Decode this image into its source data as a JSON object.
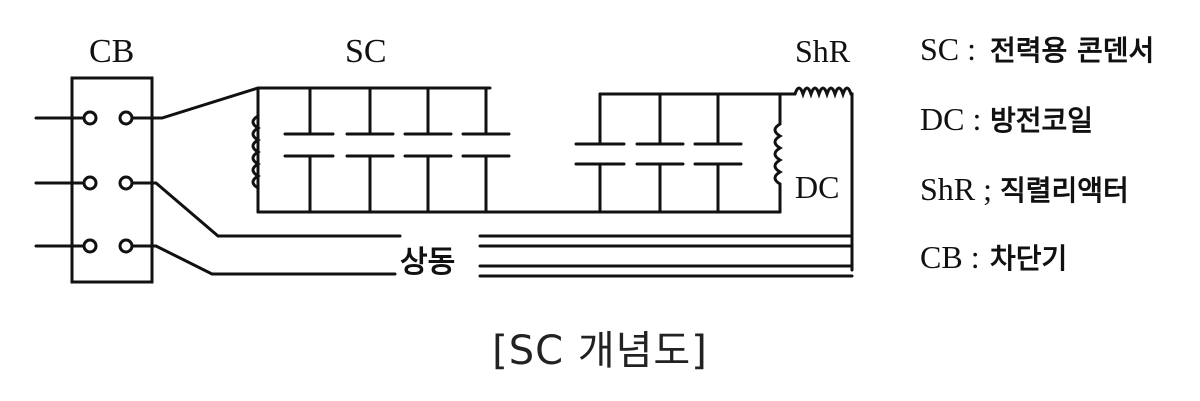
{
  "labels": {
    "cb": "CB",
    "sc": "SC",
    "shr": "ShR",
    "dc": "DC",
    "sangdong": "상동"
  },
  "legend": [
    {
      "abbr": "SC :",
      "desc": "전력용 콘덴서"
    },
    {
      "abbr": "DC :",
      "desc": "방전코일"
    },
    {
      "abbr": "ShR ;",
      "desc": "직렬리액터"
    },
    {
      "abbr": "CB :",
      "desc": "차단기"
    }
  ],
  "caption": "[SC 개념도]"
}
